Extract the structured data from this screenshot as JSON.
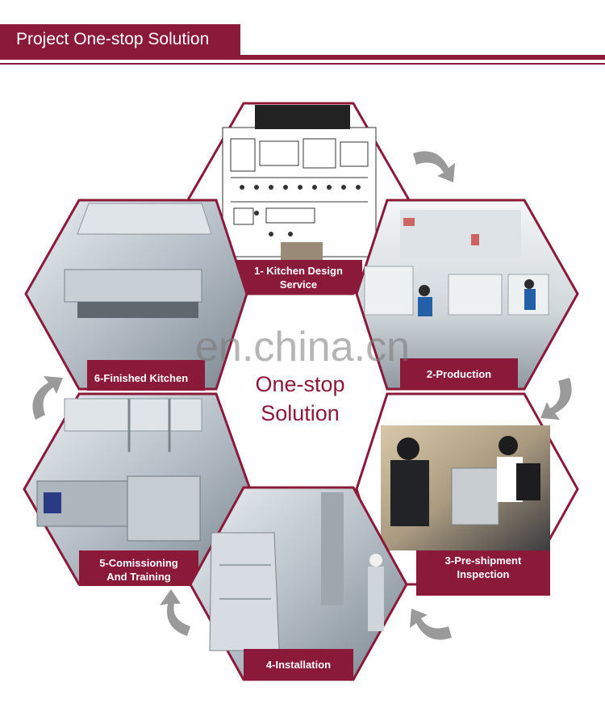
{
  "header": {
    "title": "Project One-stop Solution"
  },
  "center": {
    "line1": "One-stop",
    "line2": "Solution"
  },
  "watermark": "en.china.cn",
  "steps": [
    {
      "line1": "1- Kitchen Design",
      "line2": "Service"
    },
    {
      "line1": "2-Production",
      "line2": ""
    },
    {
      "line1": "3-Pre-shipment",
      "line2": "Inspection"
    },
    {
      "line1": "4-Installation",
      "line2": ""
    },
    {
      "line1": "5-Comissioning",
      "line2": "And Training"
    },
    {
      "line1": "6-Finished Kitchen",
      "line2": ""
    }
  ],
  "colors": {
    "brand": "#8b1a3a",
    "arrow": "#9a9a9a"
  },
  "icons": [
    "curved-arrow-icon"
  ]
}
